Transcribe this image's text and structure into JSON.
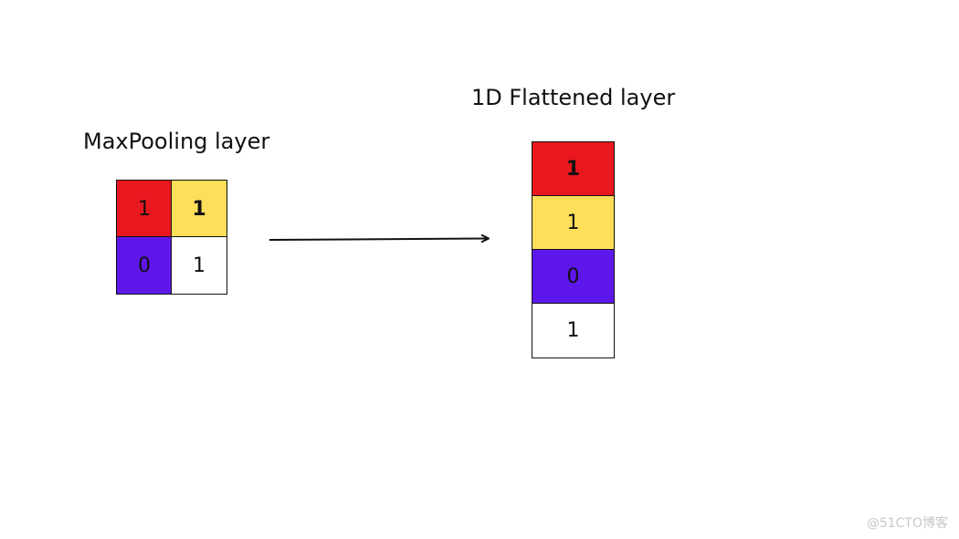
{
  "maxpool": {
    "title": "MaxPooling layer",
    "cells": [
      {
        "value": "1",
        "color": "#e8181e",
        "bold": false
      },
      {
        "value": "1",
        "color": "#ffde59",
        "bold": true
      },
      {
        "value": "0",
        "color": "#5e17eb",
        "bold": false
      },
      {
        "value": "1",
        "color": "#ffffff",
        "bold": false
      }
    ]
  },
  "flattened": {
    "title": "1D Flattened layer",
    "cells": [
      {
        "value": "1",
        "color": "#e8181e",
        "bold": true
      },
      {
        "value": "1",
        "color": "#ffde59",
        "bold": false
      },
      {
        "value": "0",
        "color": "#5e17eb",
        "bold": false
      },
      {
        "value": "1",
        "color": "#ffffff",
        "bold": false
      }
    ]
  },
  "watermark": "@51CTO博客"
}
